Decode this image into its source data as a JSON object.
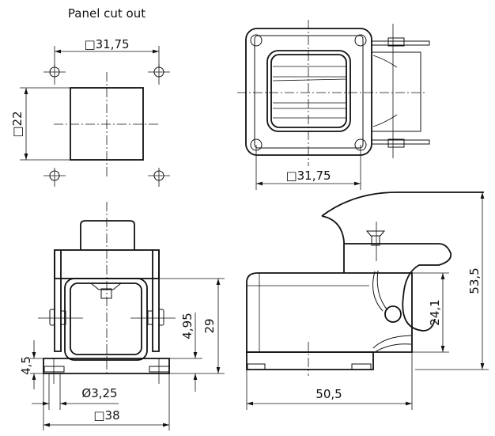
{
  "title": "Panel cut out",
  "panel_cutout": {
    "hole_spacing": "□31,75",
    "cutout_size": "□22"
  },
  "top_view": {
    "hole_spacing": "□31,75"
  },
  "front_view": {
    "height": "29",
    "pin_height": "4,95",
    "base_height": "4,5",
    "hole_diameter": "Ø3,25",
    "base_width": "□38"
  },
  "side_view": {
    "total_height": "53,5",
    "body_height": "24,1",
    "length": "50,5"
  },
  "colors": {
    "line": "#111111",
    "background": "#ffffff"
  }
}
